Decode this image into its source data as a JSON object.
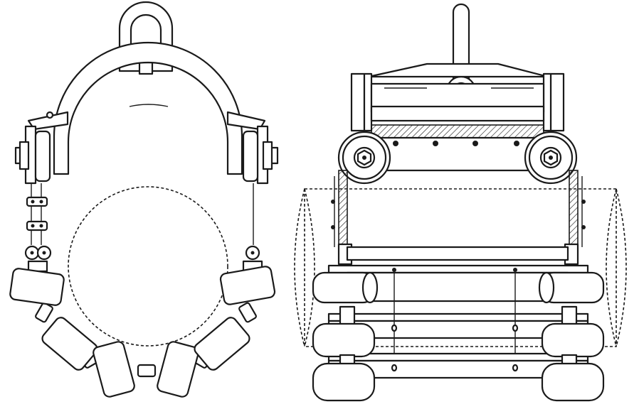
{
  "figure": {
    "views": [
      {
        "id": "end-view",
        "description_name": "end-view"
      },
      {
        "id": "side-view",
        "description_name": "side-view"
      }
    ],
    "colors": {
      "line": "#1a1a1a",
      "background": "#ffffff"
    },
    "end_view_roller_count": 6,
    "end_view_small_roller_count": 8,
    "side_view_wheel_count": 6
  }
}
